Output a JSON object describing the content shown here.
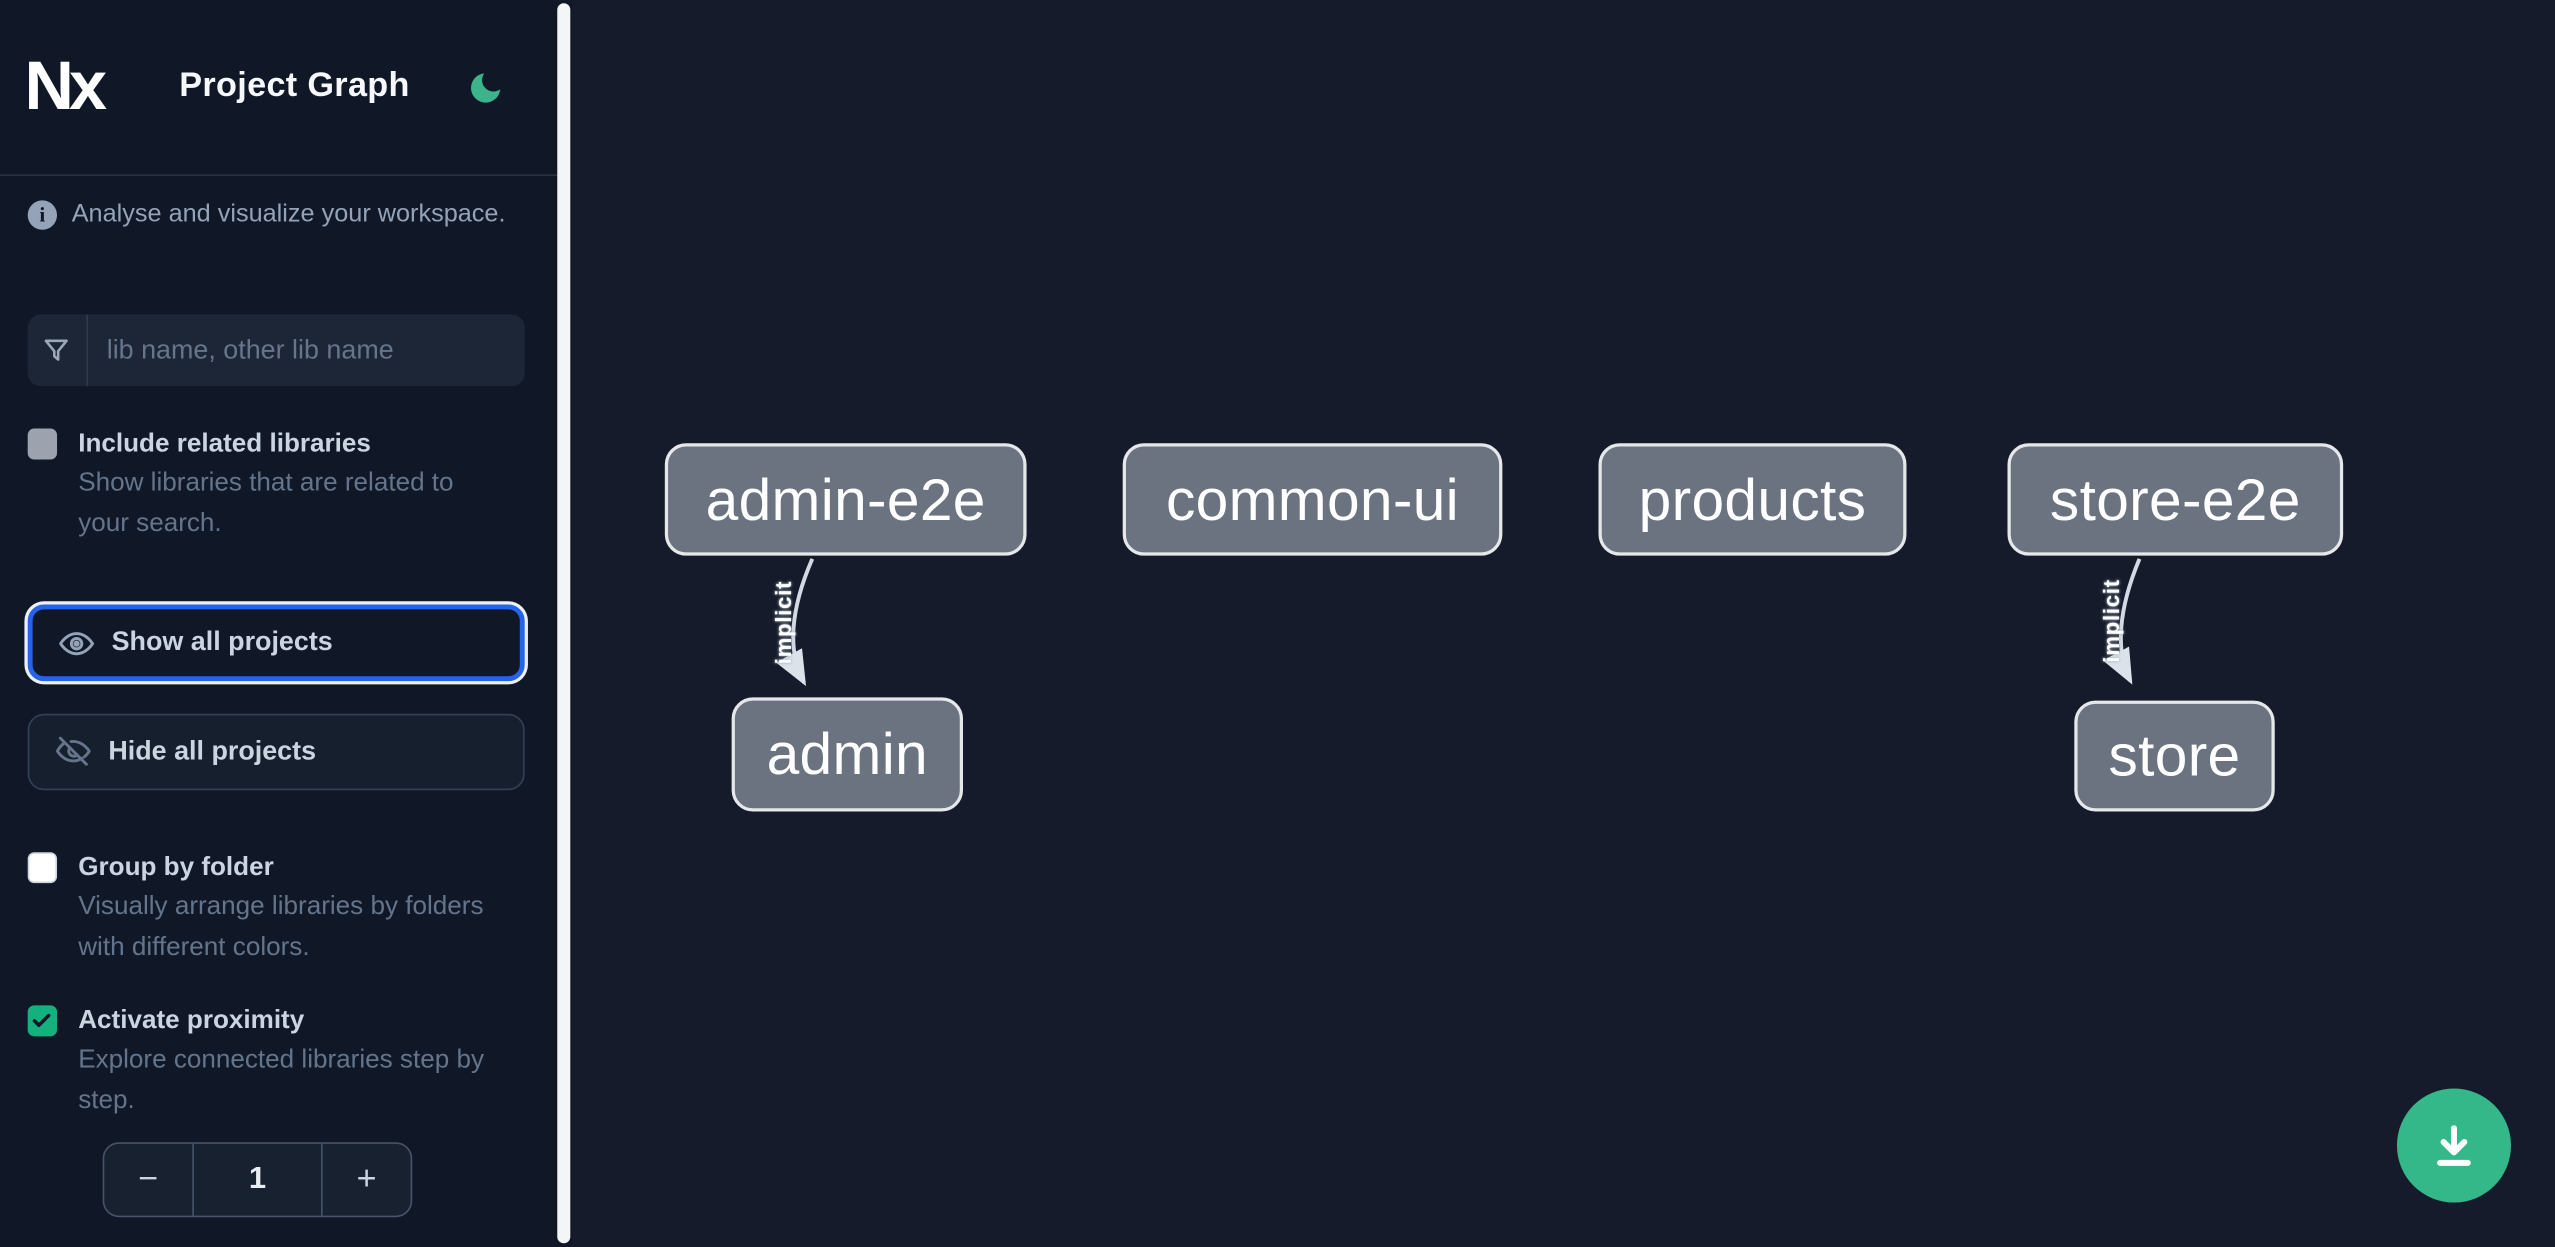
{
  "header": {
    "logo_text": "Nx",
    "app_title": "Project Graph",
    "theme_toggle_icon": "moon-icon",
    "accent_green": "#34b789"
  },
  "info": {
    "text": "Analyse and visualize your workspace."
  },
  "search": {
    "placeholder": "lib name, other lib name",
    "value": "",
    "icon": "filter-funnel-icon"
  },
  "options": [
    {
      "id": "include-related",
      "label": "Include related libraries",
      "description": "Show libraries that are related to your search.",
      "checked": false,
      "disabled": true
    },
    {
      "id": "group-by-folder",
      "label": "Group by folder",
      "description": "Visually arrange libraries by folders with different colors.",
      "checked": false,
      "disabled": false
    },
    {
      "id": "activate-proximity",
      "label": "Activate proximity",
      "description": "Explore connected libraries step by step.",
      "checked": true,
      "disabled": false
    }
  ],
  "buttons": {
    "show_all": "Show all projects",
    "hide_all": "Hide all projects",
    "show_all_focus_color": "#2563eb"
  },
  "stepper": {
    "decrement": "−",
    "value": "1",
    "increment": "+"
  },
  "graph": {
    "nodes": [
      {
        "id": "admin-e2e",
        "label": "admin-e2e"
      },
      {
        "id": "common-ui",
        "label": "common-ui"
      },
      {
        "id": "products",
        "label": "products"
      },
      {
        "id": "store-e2e",
        "label": "store-e2e"
      },
      {
        "id": "admin",
        "label": "admin"
      },
      {
        "id": "store",
        "label": "store"
      }
    ],
    "edges": [
      {
        "source": "admin-e2e",
        "target": "admin",
        "label": "implicit"
      },
      {
        "source": "store-e2e",
        "target": "store",
        "label": "implicit"
      }
    ],
    "node_fill": "#6b7280",
    "node_border": "#e5e7eb",
    "edge_color": "#d3dae3"
  },
  "fab": {
    "icon": "download-icon",
    "color": "#34b789"
  }
}
